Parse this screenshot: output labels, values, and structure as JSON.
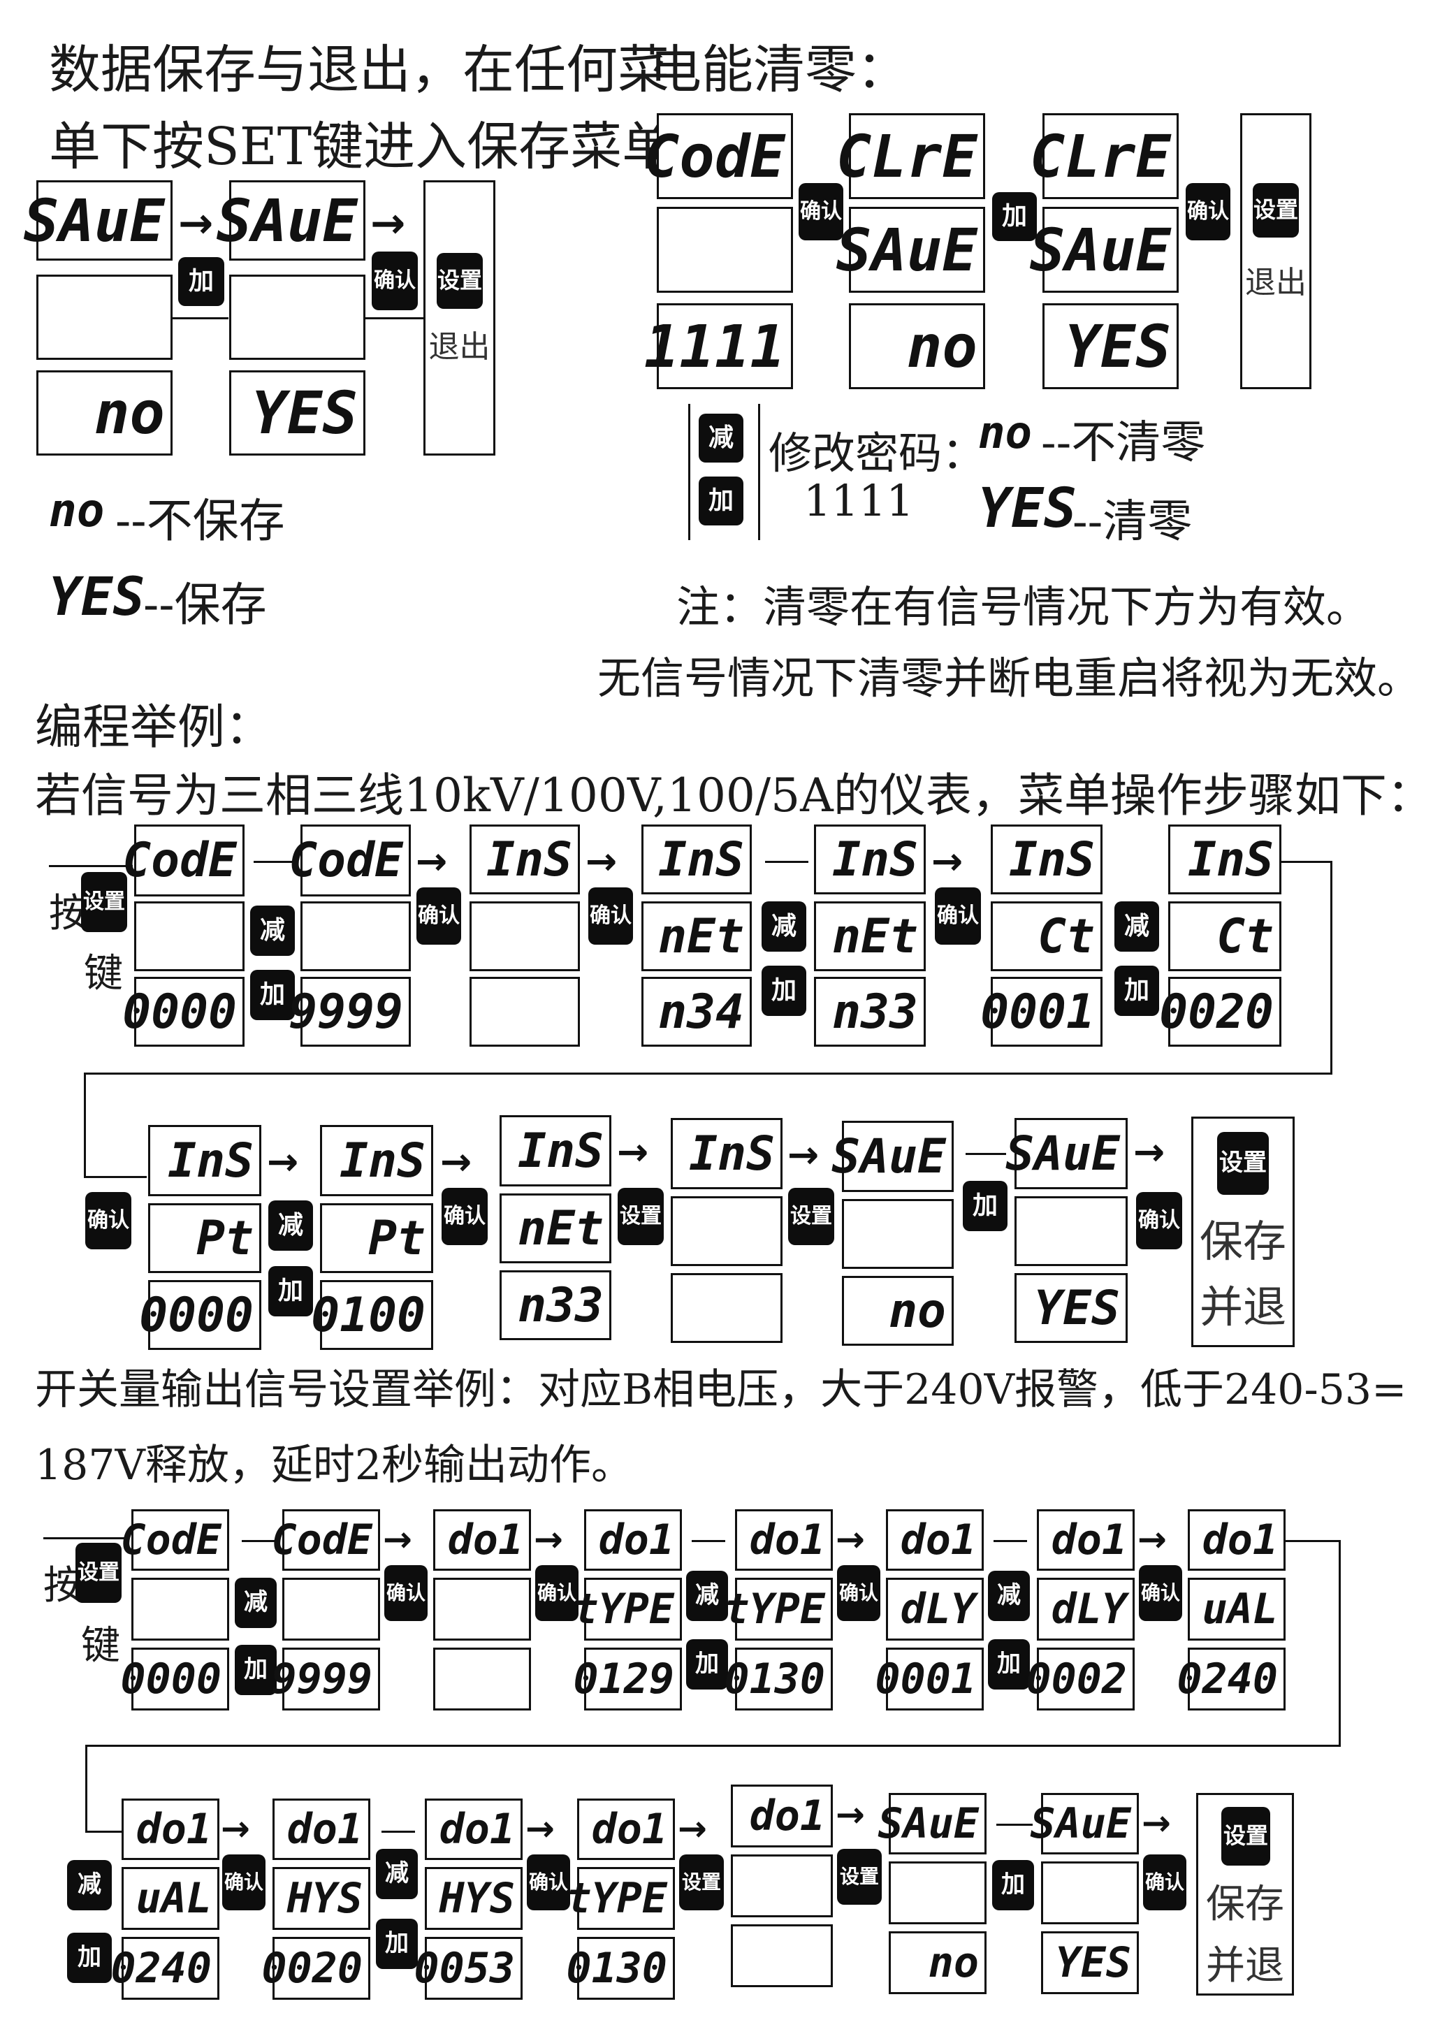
{
  "save_section": {
    "title_line1": "数据保存与退出，在任何菜",
    "title_line2": "单下按SET键进入保存菜单：",
    "display1": {
      "top": "SAuE",
      "mid": "",
      "bot": "no"
    },
    "display2": {
      "top": "SAuE",
      "mid": "",
      "bot": "YES"
    },
    "btn_add": "加",
    "btn_confirm": "确认",
    "panel_set": "设置",
    "panel_exit": "退出",
    "legend_no_code": "no",
    "legend_no_text": "--不保存",
    "legend_yes_code": "YES",
    "legend_yes_text": "--保存"
  },
  "clear_section": {
    "title": "电能清零：",
    "display1": {
      "top": "CodE",
      "mid": "",
      "bot": "1111"
    },
    "display2": {
      "top": "CLrE",
      "mid": "SAuE",
      "bot": "no"
    },
    "display3": {
      "top": "CLrE",
      "mid": "SAuE",
      "bot": "YES"
    },
    "btn_confirm": "确认",
    "btn_add": "加",
    "btn_confirm2": "确认",
    "panel_set": "设置",
    "panel_exit": "退出",
    "btn_minus": "减",
    "btn_plus": "加",
    "pw_label": "修改密码：",
    "pw_value": "1111",
    "legend_no_code": "no",
    "legend_no_text": "--不清零",
    "legend_yes_code": "YES",
    "legend_yes_text": "--清零",
    "note_line1": "注：清零在有信号情况下方为有效。",
    "note_line2": "无信号情况下清零并断电重启将视为无效。"
  },
  "example1": {
    "heading": "编程举例：",
    "desc": "若信号为三相三线10kV/100V,100/5A的仪表，菜单操作步骤如下：",
    "press_label_top": "按",
    "press_label_btn": "设置",
    "press_label_bot": "键",
    "row1": [
      {
        "top": "CodE",
        "mid": "",
        "bot": "0000"
      },
      {
        "top": "CodE",
        "mid": "",
        "bot": "9999"
      },
      {
        "top": "InS",
        "mid": "",
        "bot": ""
      },
      {
        "top": "InS",
        "mid": "nEt",
        "bot": "n34"
      },
      {
        "top": "InS",
        "mid": "nEt",
        "bot": "n33"
      },
      {
        "top": "InS",
        "mid": "Ct",
        "bot": "0001"
      },
      {
        "top": "InS",
        "mid": "Ct",
        "bot": "0020"
      }
    ],
    "row1_btns": {
      "minus1": "减",
      "plus1": "加",
      "confirm1": "确认",
      "confirm2": "确认",
      "minus2": "减",
      "plus2": "加",
      "confirm3": "确认",
      "minus3": "减",
      "plus3": "加"
    },
    "row2": [
      {
        "top": "InS",
        "mid": "Pt",
        "bot": "0000"
      },
      {
        "top": "InS",
        "mid": "Pt",
        "bot": "0100"
      },
      {
        "top": "InS",
        "mid": "nEt",
        "bot": "n33"
      },
      {
        "top": "InS",
        "mid": "",
        "bot": ""
      },
      {
        "top": "SAuE",
        "mid": "",
        "bot": "no"
      },
      {
        "top": "SAuE",
        "mid": "",
        "bot": "YES"
      }
    ],
    "row2_btns": {
      "confirm0": "确认",
      "minus1": "减",
      "plus1": "加",
      "confirm1": "确认",
      "set1": "设置",
      "set2": "设置",
      "add": "加",
      "confirm2": "确认"
    },
    "end_panel": {
      "btn": "设置",
      "line1": "保存",
      "line2": "并退"
    }
  },
  "example2": {
    "desc_line1": "开关量输出信号设置举例：对应B相电压，大于240V报警，低于240-53=",
    "desc_line2": "187V释放，延时2秒输出动作。",
    "press_label_top": "按",
    "press_label_btn": "设置",
    "press_label_bot": "键",
    "row1": [
      {
        "top": "CodE",
        "mid": "",
        "bot": "0000"
      },
      {
        "top": "CodE",
        "mid": "",
        "bot": "9999"
      },
      {
        "top": "do1",
        "mid": "",
        "bot": ""
      },
      {
        "top": "do1",
        "mid": "tYPE",
        "bot": "0129"
      },
      {
        "top": "do1",
        "mid": "tYPE",
        "bot": "0130"
      },
      {
        "top": "do1",
        "mid": "dLY",
        "bot": "0001"
      },
      {
        "top": "do1",
        "mid": "dLY",
        "bot": "0002"
      },
      {
        "top": "do1",
        "mid": "uAL",
        "bot": "0240"
      }
    ],
    "row1_btns": {
      "minus1": "减",
      "plus1": "加",
      "confirm1": "确认",
      "confirm2": "确认",
      "minus2": "减",
      "plus2": "加",
      "confirm3": "确认",
      "minus3": "减",
      "plus3": "加",
      "confirm4": "确认"
    },
    "row2": [
      {
        "top": "do1",
        "mid": "uAL",
        "bot": "0240"
      },
      {
        "top": "do1",
        "mid": "HYS",
        "bot": "0020"
      },
      {
        "top": "do1",
        "mid": "HYS",
        "bot": "0053"
      },
      {
        "top": "do1",
        "mid": "tYPE",
        "bot": "0130"
      },
      {
        "top": "do1",
        "mid": "",
        "bot": ""
      },
      {
        "top": "SAuE",
        "mid": "",
        "bot": "no"
      },
      {
        "top": "SAuE",
        "mid": "",
        "bot": "YES"
      }
    ],
    "row2_btns": {
      "minus0": "减",
      "plus0": "加",
      "confirm1": "确认",
      "minus1": "减",
      "plus1": "加",
      "confirm2": "确认",
      "set1": "设置",
      "set2": "设置",
      "add": "加",
      "confirm3": "确认"
    },
    "end_panel": {
      "btn": "设置",
      "line1": "保存",
      "line2": "并退"
    }
  }
}
